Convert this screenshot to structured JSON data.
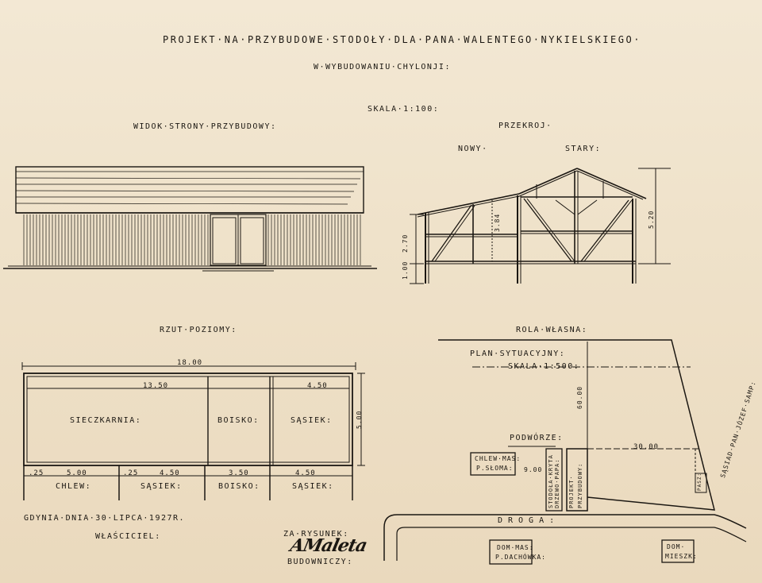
{
  "title": {
    "line1": "Projekt·na·przybudowe·stodoły·dla·pana·Walentego·Nykielskiego·",
    "line2": "w·wybudowaniu·Chylonji:",
    "scale": "Skala·1:100:"
  },
  "elevation": {
    "heading": "Widok·strony·przybudowy:"
  },
  "section": {
    "heading": "Przekroj·",
    "new_label": "Nowy·",
    "old_label": "Stary:",
    "dims": {
      "d100": "1.00",
      "d270": "2.70",
      "d384": "3.84",
      "d520": "5.20"
    }
  },
  "plan": {
    "heading": "Rzut·poziomy:",
    "overall": "18.00",
    "depth": "5.00",
    "top_dims": [
      "13.50",
      "4.50"
    ],
    "bottom_dims": [
      ".25",
      "5.00",
      ".25",
      "4.50",
      "3.50",
      "4.50"
    ],
    "rooms_top": [
      "Sieczkarnia:",
      "Boisko:",
      "Sąsiek:"
    ],
    "rooms_bottom": [
      "Chlew:",
      "Sąsiek:",
      "Boisko:",
      "Sąsiek:"
    ]
  },
  "footer": {
    "place_date": "Gdynia·dnia·30·lipca·1927r.",
    "owner": "Właściciel:",
    "drawn_by": "Za·rysunek:",
    "signature": "AMaleta",
    "builder": "Budowniczy:"
  },
  "site": {
    "heading": "Rola·własna:",
    "plan_title": "Plan·sytuacyjny:",
    "plan_scale": "Skala·1:500:",
    "yard": "Podwórze:",
    "dim60": "60.00",
    "dim30": "30.00",
    "dim9": "9.00",
    "chlew": [
      "Chlew·mas:",
      "P.słoma:"
    ],
    "stodola": [
      "Stodoła·kryta",
      "drzewo·papa:"
    ],
    "projekt": [
      "Projekt·",
      "Przybudowy:"
    ],
    "neighbor": "Sąsiad·pan·Józef·Samp:",
    "small_box": "Pasz:",
    "road": "Droga:",
    "house_mas": [
      "Dom·mas:",
      "P.dachówka:"
    ],
    "house_mieszk": [
      "Dom·",
      "mieszk:"
    ]
  }
}
